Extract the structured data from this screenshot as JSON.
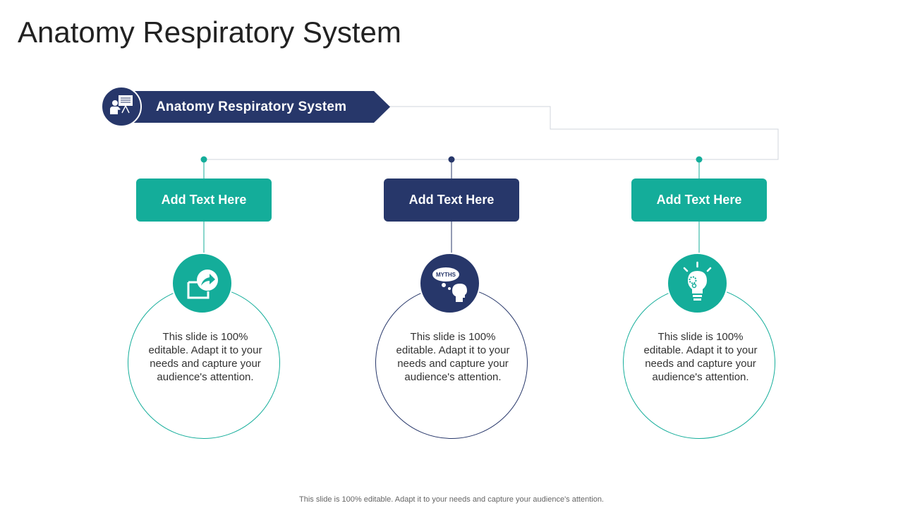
{
  "title": "Anatomy Respiratory System",
  "banner": {
    "label": "Anatomy Respiratory System",
    "icon": "presentation-icon"
  },
  "colors": {
    "navy": "#27376a",
    "teal": "#14ad9a",
    "connector": "#d0d4dc"
  },
  "items": [
    {
      "label": "Add Text Here",
      "color": "teal",
      "icon": "share-export-icon",
      "text": "This slide is 100% editable. Adapt it to your needs and capture your audience's attention."
    },
    {
      "label": "Add Text Here",
      "color": "navy",
      "icon": "myths-thought-head-icon",
      "icon_text": "MYTHS",
      "text": "This slide is 100% editable. Adapt it to your needs and capture your audience's attention."
    },
    {
      "label": "Add Text Here",
      "color": "teal",
      "icon": "lightbulb-gear-icon",
      "text": "This slide is 100% editable. Adapt it to your needs and capture your audience's attention."
    }
  ],
  "footer": "This slide is 100% editable. Adapt it to your needs and capture your audience's attention."
}
